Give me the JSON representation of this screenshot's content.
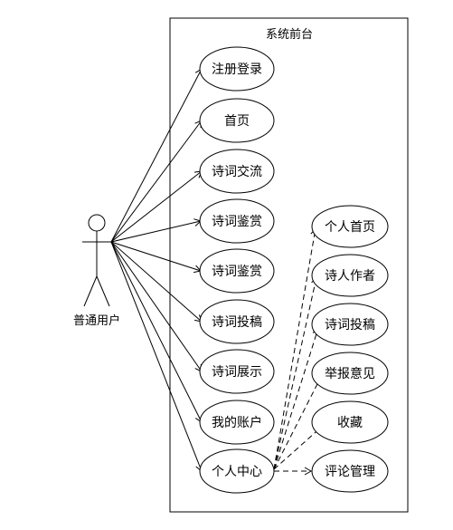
{
  "system": {
    "title": "系统前台"
  },
  "actor": {
    "name": "普通用户"
  },
  "use_cases_left": [
    {
      "id": "register",
      "label": "注册登录"
    },
    {
      "id": "home",
      "label": "首页"
    },
    {
      "id": "exchange",
      "label": "诗词交流"
    },
    {
      "id": "appreciate1",
      "label": "诗词鉴赏"
    },
    {
      "id": "appreciate2",
      "label": "诗词鉴赏"
    },
    {
      "id": "submit",
      "label": "诗词投稿"
    },
    {
      "id": "display",
      "label": "诗词展示"
    },
    {
      "id": "account",
      "label": "我的账户"
    },
    {
      "id": "center",
      "label": "个人中心"
    }
  ],
  "use_cases_right": [
    {
      "id": "homepage",
      "label": "个人首页"
    },
    {
      "id": "poet",
      "label": "诗人作者"
    },
    {
      "id": "my_submit",
      "label": "诗词投稿"
    },
    {
      "id": "report",
      "label": "举报意见"
    },
    {
      "id": "favorite",
      "label": "收藏"
    },
    {
      "id": "comments",
      "label": "评论管理"
    }
  ]
}
